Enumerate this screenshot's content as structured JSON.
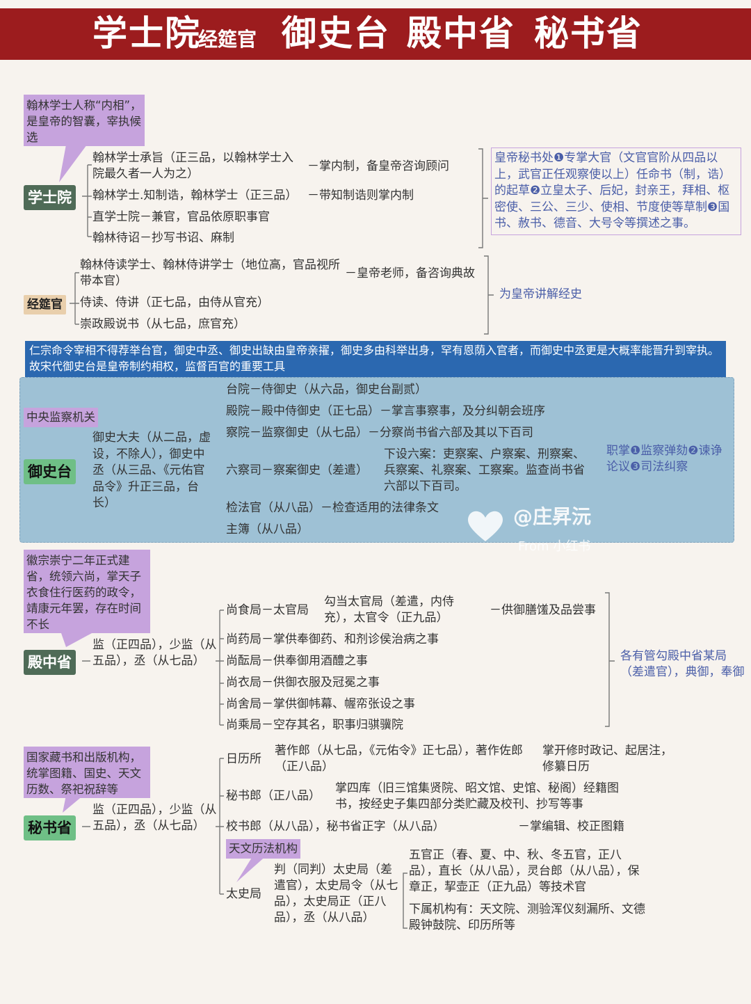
{
  "title": {
    "seg1": "学士院",
    "seg1_small": "经筵官",
    "seg2": "御史台",
    "seg3": "殿中省",
    "seg4": "秘书省"
  },
  "xueshi": {
    "note": "翰林学士人称“内相”，是皇帝的智囊，宰执候选",
    "label": "学士院",
    "items": [
      "翰林学士承旨（正三品，以翰林学士入院最久者一人为之）",
      "翰林学士.知制诰，翰林学士（正三品）",
      "直学士院－兼官，官品依原职事官",
      "翰林待诏－抄写书诏、麻制"
    ],
    "duty1": "－掌内制，备皇帝咨询顾问",
    "duty2": "－带知制诰则掌内制",
    "side": "皇帝秘书处❶专掌大官（文官官阶从四品以上，武官正任观察使以上）任命书（制，诰）的起草❷立皇太子、后妃，封亲王，拜相、枢密使、三公、三少、使相、节度使等草制❸国书、赦书、德音、大号令等撰述之事。"
  },
  "jingyan": {
    "label": "经筵官",
    "items": [
      "翰林侍读学士、翰林侍讲学士（地位高，官品视所带本官）",
      "侍读、侍讲（正七品，由侍从官充）",
      "崇政殿说书（从七品，庶官充）"
    ],
    "duty": "－皇帝老师，备咨询典故",
    "side": "为皇帝讲解经史"
  },
  "banner": "仁宗命令宰相不得荐举台官，御史中丞、御史出缺由皇帝亲擢，御史多由科举出身，罕有恩荫入官者，而御史中丞更是大概率能晋升到宰执。故宋代御史台是皇帝制约相权，监督百官的重要工具",
  "yushi": {
    "note": "中央监察机关",
    "label": "御史台",
    "head": "御史大夫（从二品，虚设，不除人），御史中丞（从三品、《元佑官品令》升正三品，台长）",
    "items": [
      {
        "name": "台院",
        "rest": "－侍御史（从六品，御史台副贰）"
      },
      {
        "name": "殿院",
        "rest": "－殿中侍御史（正七品）－掌言事察事，及分纠朝会班序"
      },
      {
        "name": "察院",
        "rest": "－监察御史（从七品）－分察尚书省六部及其以下百司"
      },
      {
        "name": "六察司",
        "rest": "－察案御史（差遣）"
      },
      {
        "name": "检法官",
        "rest": "（从八品）－检查适用的法律条文"
      },
      {
        "name": "主簿",
        "rest": "（从八品）"
      }
    ],
    "liucha_desc": "下设六案：吏察案、户察案、刑察案、兵察案、礼察案、工察案。监查尚书省六部以下百司。",
    "side": "职掌❶监察弹劾❷谏诤论议❸司法纠察"
  },
  "watermark": {
    "name": "@庄昇沅",
    "source": "From 小红书"
  },
  "dianzhong": {
    "note": "徽宗崇宁二年正式建省，统领六尚，掌天子衣食住行医药的政令，靖康元年罢，存在时间不长",
    "label": "殿中省",
    "head": "监（正四品），少监（从五品），丞（从七品）",
    "items": [
      "尚食局－太官局",
      "尚药局－掌供奉御药、和剂诊侯治病之事",
      "尚酝局－供奉御用酒醴之事",
      "尚衣局－供御衣服及冠冕之事",
      "尚舍局－掌供御帏幕、幄帟张设之事",
      "尚乘局－空存其名，职事归骐骥院"
    ],
    "shangshi_detail": "勾当太官局（差遣，内侍充），太官令（正九品）",
    "shangshi_duty": "－供御膳馐及品尝事",
    "side": "各有管勾殿中省某局（差遣官），典御，奉御"
  },
  "mishu": {
    "note": "国家藏书和出版机构，统掌图籍、国史、天文历数、祭祀祝辞等",
    "label": "秘书省",
    "head": "监（正四品），少监（从五品），丞（从七品）",
    "rili": "日历所",
    "rili_detail": "著作郎（从七品，《元佑令》正七品），著作佐郎（正八品）",
    "rili_duty": "掌开修时政记、起居注，修纂日历",
    "mishulang": "秘书郎（正八品）",
    "mishulang_duty": "掌四库（旧三馆集贤院、昭文馆、史馆、秘阁）经籍图书，按经史子集四部分类贮藏及校刊、抄写等事",
    "jiaoshu": "校书郎（从八品），秘书省正字（从八品）",
    "jiaoshu_duty": "－掌编辑、校正图籍",
    "tianwen": "天文历法机构",
    "taishi": "太史局",
    "taishi_detail": "判（同判）太史局（差遣官），太史局令（从七品），太史局正（正八品），丞（从八品）",
    "taishi_tech": "五官正（春、夏、中、秋、冬五官，正八品），直长（从八品），灵台郎（从八品），保章正，挈壶正（正九品）等技术官",
    "taishi_sub": "下属机构有：天文院、测验浑仪刻漏所、文德殿钟鼓院、印历所等"
  }
}
